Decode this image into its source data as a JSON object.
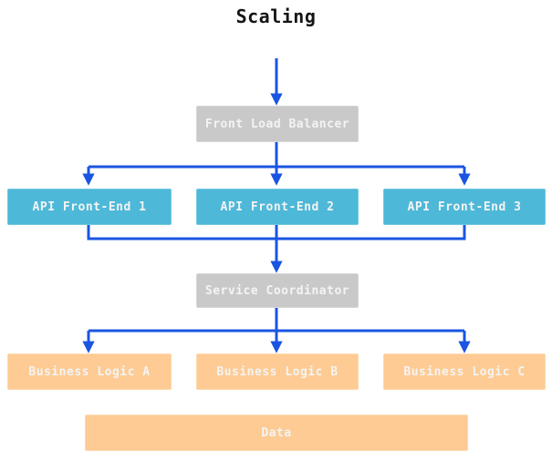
{
  "title": "Scaling",
  "colors": {
    "arrow": "#1a55e1",
    "api_box": "#4eb8d8",
    "coordinator_box": "#c9c9c9",
    "logic_box": "#fdcb93",
    "box_text": "#f4f4f4",
    "title_text": "#151515",
    "canvas": "#ffffff"
  },
  "diagram": {
    "nodes": {
      "front_load_balancer": "Front Load Balancer",
      "api_front_end_1": "API Front-End 1",
      "api_front_end_2": "API Front-End 2",
      "api_front_end_3": "API Front-End 3",
      "service_coordinator": "Service Coordinator",
      "business_logic_a": "Business Logic A",
      "business_logic_b": "Business Logic B",
      "business_logic_c": "Business Logic C",
      "data": "Data"
    },
    "edges": [
      {
        "from": "title",
        "to": "front_load_balancer"
      },
      {
        "from": "front_load_balancer",
        "to": "api_front_end_1"
      },
      {
        "from": "front_load_balancer",
        "to": "api_front_end_2"
      },
      {
        "from": "front_load_balancer",
        "to": "api_front_end_3"
      },
      {
        "from": "api_front_end_1",
        "to": "service_coordinator"
      },
      {
        "from": "api_front_end_2",
        "to": "service_coordinator"
      },
      {
        "from": "api_front_end_3",
        "to": "service_coordinator"
      },
      {
        "from": "service_coordinator",
        "to": "business_logic_a"
      },
      {
        "from": "service_coordinator",
        "to": "business_logic_b"
      },
      {
        "from": "service_coordinator",
        "to": "business_logic_c"
      }
    ]
  }
}
